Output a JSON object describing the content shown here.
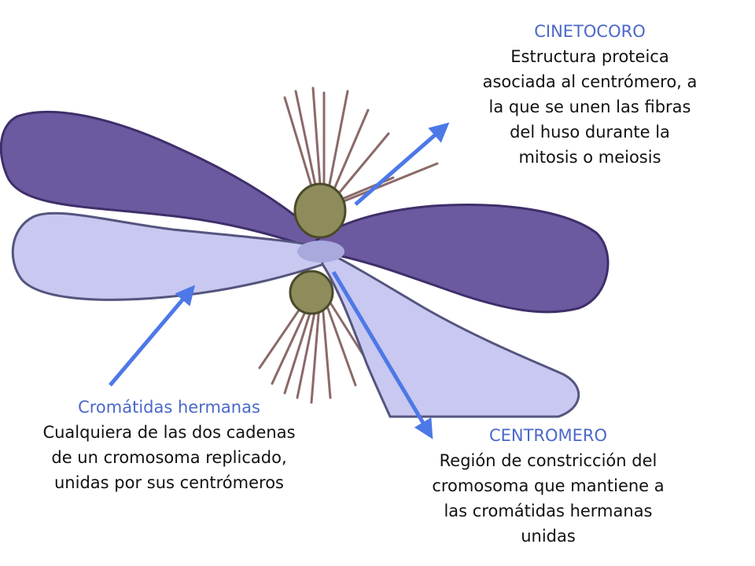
{
  "labels": {
    "kinetochore": {
      "title": "CINETOCORO",
      "lines": [
        "Estructura proteica",
        "asociada al centrómero, a",
        "la que se unen las fibras",
        "del huso durante la",
        "mitosis o meiosis"
      ]
    },
    "chromatids": {
      "title": "Cromátidas hermanas",
      "lines": [
        "Cualquiera de las dos cadenas",
        "de un cromosoma replicado,",
        "unidas por sus centrómeros"
      ]
    },
    "centromere": {
      "title": "CENTROMERO",
      "lines": [
        "Región de constricción del",
        "cromosoma que mantiene a",
        "las cromátidas hermanas",
        "unidas"
      ]
    }
  },
  "colors": {
    "title_text": "#4a68c9",
    "arrow": "#4d78e8",
    "dark_chromatid": "#6c5aa0",
    "light_chromatid": "#c8c8f0",
    "kinetochore_body": "#8f8c5c",
    "spindle_fiber": "#8a6a68"
  }
}
